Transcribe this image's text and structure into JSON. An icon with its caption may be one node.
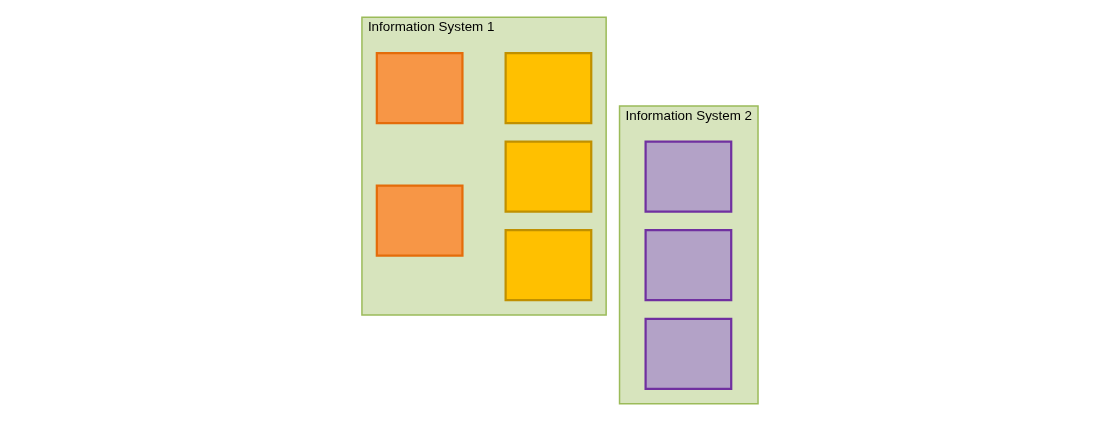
{
  "diagram": {
    "nodes": [
      {
        "text": [
          "Information System 1"
        ]
      },
      {
        "text": [],
        "shape": "box",
        "in": 0
      },
      {
        "text": [],
        "shape": "box",
        "in": 0
      },
      {
        "text": [],
        "shape": "box",
        "in": 0
      },
      {
        "text": [],
        "shape": "box",
        "in": 0
      },
      {
        "text": [],
        "shape": "box",
        "in": 0
      },
      {
        "text": [
          "Information System 2"
        ]
      },
      {
        "text": [],
        "shape": "box",
        "in": 6
      },
      {
        "text": [],
        "shape": "box",
        "in": 6
      },
      {
        "text": [],
        "shape": "box",
        "in": 6
      }
    ],
    "edges": []
  }
}
